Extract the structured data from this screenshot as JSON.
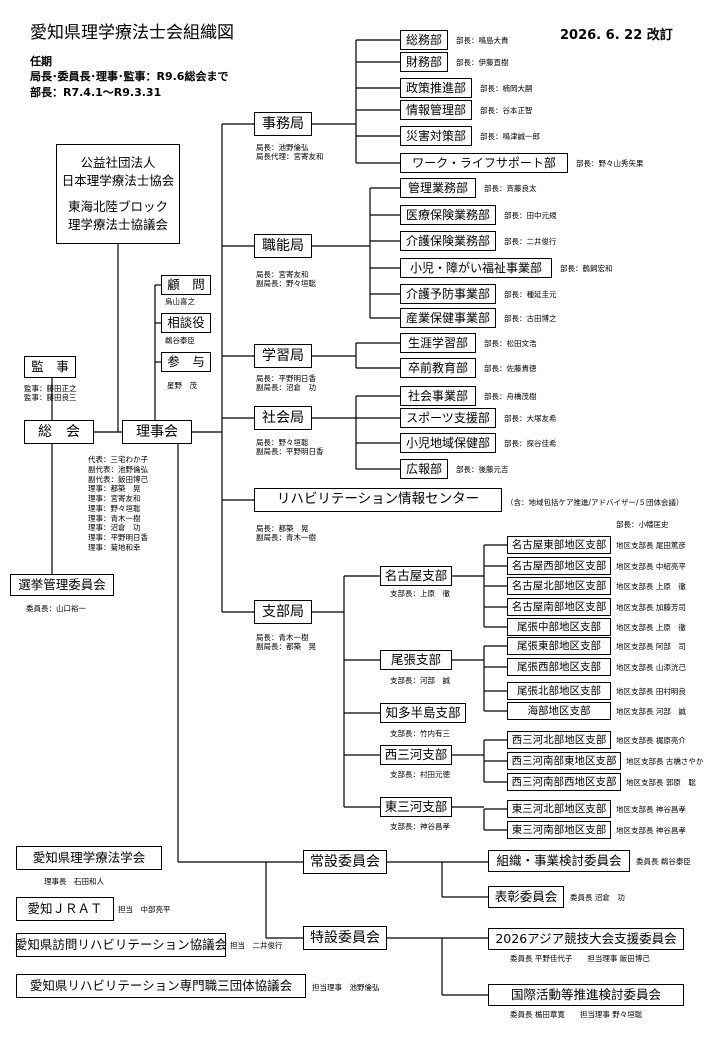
{
  "title": "愛知県理学療法士会組織図",
  "revision_date": "2026. 6. 22 改訂",
  "term": {
    "label": "任期",
    "line1": "局長･委員長･理事･監事：R9.6総会まで",
    "line2": "部長：R7.4.1～R9.3.31"
  },
  "national": {
    "line1": "公益社団法人",
    "line2": "日本理学療法士協会",
    "line3": "東海北陸ブロック",
    "line4": "理学療法士協議会"
  },
  "kanji": {
    "label": "監　事",
    "note1": "監事：藤田正之",
    "note2": "監事：藤田良三"
  },
  "sokai": "総　会",
  "rijikai": "理事会",
  "rijikai_members": [
    "代表：三宅わか子",
    "副代表：池野倫弘",
    "副代表：飯田博己",
    "理事：都築　晃",
    "理事：宮寄友和",
    "理事：野々垣聡",
    "理事：青木一樹",
    "理事：沼倉　功",
    "理事：平野明日香",
    "理事：菊地和幸"
  ],
  "advisors": [
    {
      "label": "顧　問",
      "note": "烏山喜之"
    },
    {
      "label": "相談役",
      "note": "鵜谷泰臣"
    },
    {
      "label": "参　与",
      "note": "星野　茂"
    }
  ],
  "senkyo": {
    "label": "選挙管理委員会",
    "note": "委員長：山口裕一"
  },
  "jimukyoku": {
    "label": "事務局",
    "note1": "局長：池野倫弘",
    "note2": "局長代理：宮寄友和",
    "depts": [
      {
        "label": "総務部",
        "head": "部長：鳴島大貴"
      },
      {
        "label": "財務部",
        "head": "部長：伊藤直樹"
      },
      {
        "label": "政策推進部",
        "head": "部長：楠岡大嗣"
      },
      {
        "label": "情報管理部",
        "head": "部長：谷本正智"
      },
      {
        "label": "災害対策部",
        "head": "部長：鳴津誠一郎"
      },
      {
        "label": "ワーク・ライフサポート部",
        "head": "部長：野々山秀矢果"
      }
    ]
  },
  "shokuno": {
    "label": "職能局",
    "note1": "局長：宮寄友和",
    "note2": "副局長：野々垣聡",
    "depts": [
      {
        "label": "管理業務部",
        "head": "部長：斉藤良太"
      },
      {
        "label": "医療保険業務部",
        "head": "部長：田中元規"
      },
      {
        "label": "介護保険業務部",
        "head": "部長：二井俊行"
      },
      {
        "label": "小児・障がい福祉事業部",
        "head": "部長：鶴飼宏和"
      },
      {
        "label": "介護予防事業部",
        "head": "部長：種延圭元"
      },
      {
        "label": "産業保健事業部",
        "head": "部長：古田博之"
      }
    ]
  },
  "gakushu": {
    "label": "学習局",
    "note1": "局長：平野明日香",
    "note2": "副局長：沼倉　功",
    "depts": [
      {
        "label": "生涯学習部",
        "head": "部長：松田文浩"
      },
      {
        "label": "卒前教育部",
        "head": "部長：佐藤貴徳"
      }
    ]
  },
  "shakai": {
    "label": "社会局",
    "note1": "局長：野々垣聡",
    "note2": "副局長：平野明日香",
    "depts": [
      {
        "label": "社会事業部",
        "head": "部長：舟橋茂樹"
      },
      {
        "label": "スポーツ支援部",
        "head": "部長：大塚友希"
      },
      {
        "label": "小児地域保健部",
        "head": "部長：探谷佳希"
      },
      {
        "label": "広報部",
        "head": "部長：後藤元吉"
      }
    ]
  },
  "rehab_center": {
    "label": "リハビリテーション情報センター",
    "suffix": "（含：地域包括ケア推進/アドバイザー/５団体会議）",
    "note1": "局長：都築　晃",
    "note2": "副局長：青木一樹"
  },
  "shibu": {
    "label": "支部局",
    "note1": "局長：青木一樹",
    "note2": "副局長：都築　晃",
    "top_note": "部長：小幡匡史",
    "branches": [
      {
        "label": "名古屋支部",
        "head": "支部長：上原　徹",
        "districts": [
          {
            "label": "名古屋東部地区支部",
            "head": "地区支部長 尾田篤彦"
          },
          {
            "label": "名古屋西部地区支部",
            "head": "地区支部長 中紹亮平"
          },
          {
            "label": "名古屋北部地区支部",
            "head": "地区支部長 上原　徹"
          },
          {
            "label": "名古屋南部地区支部",
            "head": "地区支部長 加藤芳司"
          },
          {
            "label": "尾張中部地区支部",
            "head": "地区支部長 上原　徹"
          }
        ]
      },
      {
        "label": "尾張支部",
        "head": "支部長：河部　誠",
        "districts": [
          {
            "label": "尾張東部地区支部",
            "head": "地区支部長 阿部　司"
          },
          {
            "label": "尾張西部地区支部",
            "head": "地区支部長 山添洸己"
          },
          {
            "label": "尾張北部地区支部",
            "head": "地区支部長 田村明良"
          },
          {
            "label": "海部地区支部",
            "head": "地区支部長 河部　誠"
          }
        ]
      },
      {
        "label": "知多半島支部",
        "head": "支部長：竹内有三",
        "districts": []
      },
      {
        "label": "西三河支部",
        "head": "支部長：村田元徳",
        "districts": [
          {
            "label": "西三河北部地区支部",
            "head": "地区支部長 梶原亮介"
          },
          {
            "label": "西三河南部東地区支部",
            "head": "地区支部長 古橋さやか"
          },
          {
            "label": "西三河南部西地区支部",
            "head": "地区支部長 郭原　聡"
          }
        ]
      },
      {
        "label": "東三河支部",
        "head": "支部長：神谷昌孝",
        "districts": [
          {
            "label": "東三河北部地区支部",
            "head": "地区支部長 神谷昌孝"
          },
          {
            "label": "東三河南部地区支部",
            "head": "地区支部長 神谷昌孝"
          }
        ]
      }
    ]
  },
  "joset": {
    "label": "常設委員会",
    "committees": [
      {
        "label": "組織・事業検討委員会",
        "note": "委員長 鵜谷泰臣"
      },
      {
        "label": "表彰委員会",
        "note": "委員長 沼倉　功"
      }
    ]
  },
  "tokusetsu": {
    "label": "特設委員会",
    "committees": [
      {
        "label": "2026アジア競技大会支援委員会",
        "note1": "委員長 平野佳代子",
        "note2": "担当理事 飯田博己"
      },
      {
        "label": "国際活動等推進検討委員会",
        "note1": "委員長 楯田章寛",
        "note2": "担当理事 野々垣聡"
      }
    ]
  },
  "related": [
    {
      "label": "愛知県理学療法学会",
      "note": "理事長　石田和人"
    },
    {
      "label": "愛知ＪＲＡＴ",
      "note": "担当　中部亮平"
    },
    {
      "label": "愛知県訪問リハビリテーション協議会",
      "note": "担当　二井俊行"
    },
    {
      "label": "愛知県リハビリテーション専門職三団体協議会",
      "note": "担当理事　池野倫弘"
    }
  ]
}
